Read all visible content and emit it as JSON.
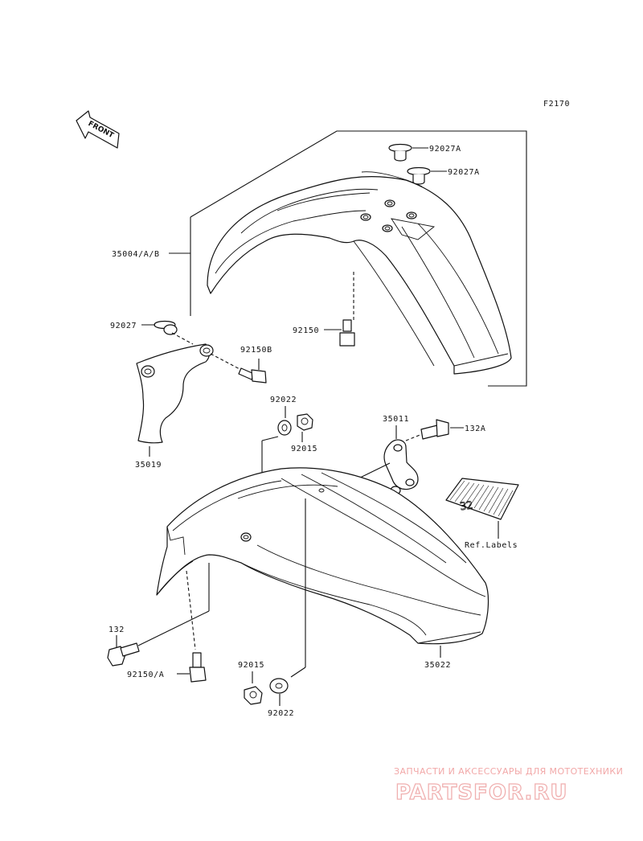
{
  "figure": {
    "code": "F2170",
    "front_label": "FRONT"
  },
  "parts": {
    "p92027A_1": "92027A",
    "p92027A_2": "92027A",
    "p35004": "35004/A/B",
    "p92150": "92150",
    "p92027": "92027",
    "p92150B": "92150B",
    "p92022_top": "92022",
    "p92015_top": "92015",
    "p35019": "35019",
    "p35011": "35011",
    "p132A": "132A",
    "p_ref_labels": "Ref.Labels",
    "p132": "132",
    "p92150A": "92150/A",
    "p92015_bot": "92015",
    "p92022_bot": "92022",
    "p35022": "35022"
  },
  "sticker": {
    "text": "32"
  },
  "watermark": {
    "caption": "ЗАПЧАСТИ И АКСЕССУАРЫ ДЛЯ МОТОТЕХНИКИ",
    "brand": "PARTSFOR.RU"
  }
}
